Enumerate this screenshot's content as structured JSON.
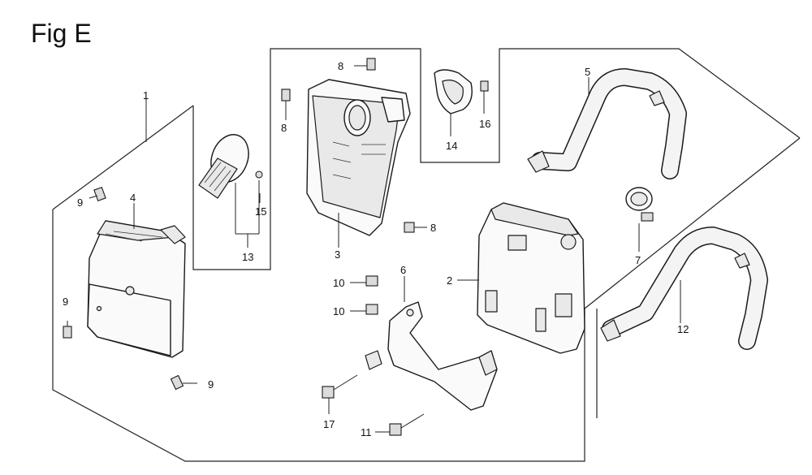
{
  "figure": {
    "title": "Fig E"
  },
  "callouts": [
    {
      "id": "c1",
      "label": "1"
    },
    {
      "id": "c2",
      "label": "2"
    },
    {
      "id": "c3",
      "label": "3"
    },
    {
      "id": "c4",
      "label": "4"
    },
    {
      "id": "c5",
      "label": "5"
    },
    {
      "id": "c6",
      "label": "6"
    },
    {
      "id": "c7",
      "label": "7"
    },
    {
      "id": "c8a",
      "label": "8"
    },
    {
      "id": "c8b",
      "label": "8"
    },
    {
      "id": "c8c",
      "label": "8"
    },
    {
      "id": "c9a",
      "label": "9"
    },
    {
      "id": "c9b",
      "label": "9"
    },
    {
      "id": "c9c",
      "label": "9"
    },
    {
      "id": "c10a",
      "label": "10"
    },
    {
      "id": "c10b",
      "label": "10"
    },
    {
      "id": "c11",
      "label": "11"
    },
    {
      "id": "c12",
      "label": "12"
    },
    {
      "id": "c13",
      "label": "13"
    },
    {
      "id": "c14",
      "label": "14"
    },
    {
      "id": "c15",
      "label": "15"
    },
    {
      "id": "c16",
      "label": "16"
    },
    {
      "id": "c17",
      "label": "17"
    }
  ]
}
